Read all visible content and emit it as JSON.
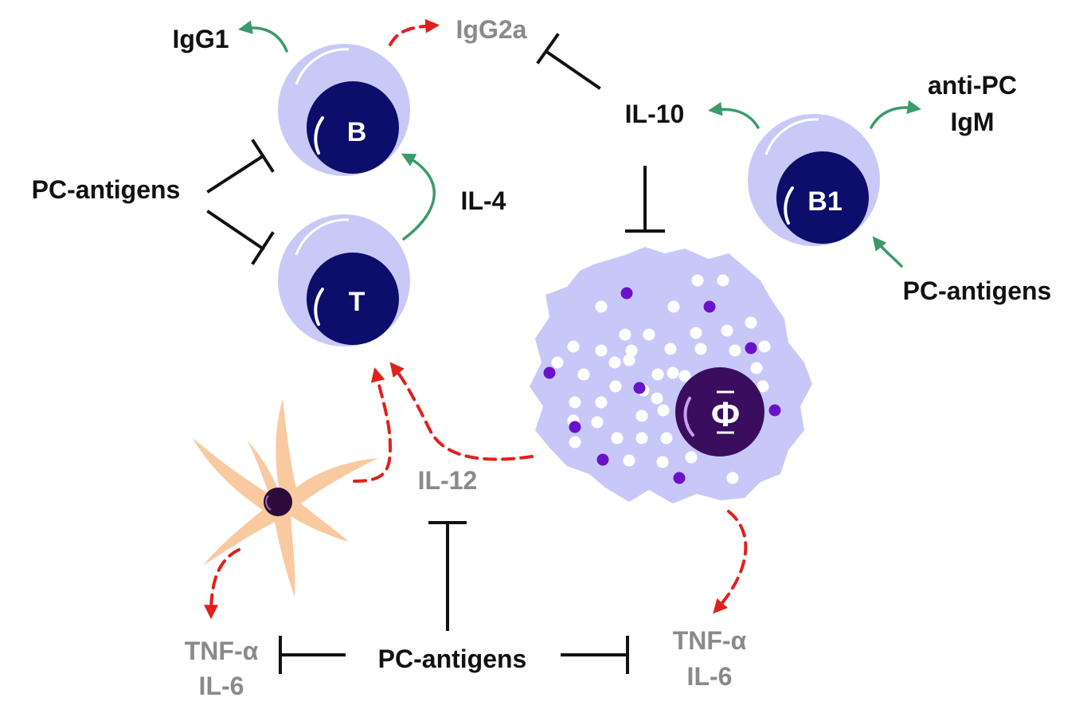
{
  "colors": {
    "cell_halo": "#c9c9f7",
    "cell_nucleus": "#0d0d6b",
    "macrophage_body": "#c8c8f8",
    "macrophage_nucleus": "#3b0d5e",
    "granule_purple": "#6a12c8",
    "dendritic_body": "#f9c9a0",
    "dendritic_nucleus": "#2e0a38",
    "stimulate": "#3a9a6a",
    "suppressed_production": "#e0201c",
    "inhibit": "#111111"
  },
  "cells": {
    "b_cell": {
      "letter": "B",
      "icon": "b-lymphocyte"
    },
    "t_cell": {
      "letter": "T",
      "icon": "t-lymphocyte"
    },
    "b1_cell": {
      "letter": "B1",
      "icon": "b1-lymphocyte"
    },
    "macrophage": {
      "letter": "Φ",
      "icon": "macrophage"
    },
    "dendritic_cell": {
      "icon": "dendritic-cell"
    }
  },
  "labels": {
    "igg1": "IgG1",
    "igg2a": "IgG2a",
    "il10": "IL-10",
    "anti_pc_line1": "anti-PC",
    "anti_pc_line2": "IgM",
    "pc_antigens_left": "PC-antigens",
    "il4": "IL-4",
    "pc_antigens_right": "PC-antigens",
    "il12": "IL-12",
    "tnf_left_line1": "TNF-α",
    "tnf_left_line2": "IL-6",
    "pc_antigens_bottom": "PC-antigens",
    "tnf_right_line1": "TNF-α",
    "tnf_right_line2": "IL-6"
  }
}
